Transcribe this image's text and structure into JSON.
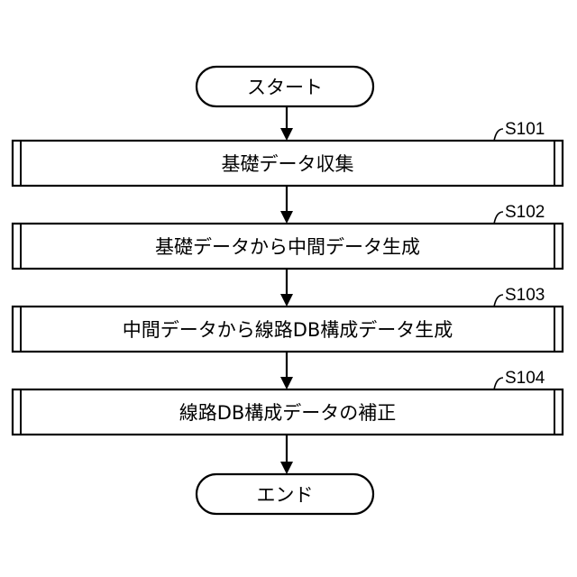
{
  "flowchart": {
    "start": {
      "label": "スタート"
    },
    "steps": [
      {
        "id": "S101",
        "label": "基礎データ収集"
      },
      {
        "id": "S102",
        "label": "基礎データから中間データ生成"
      },
      {
        "id": "S103",
        "label": "中間データから線路DB構成データ生成"
      },
      {
        "id": "S104",
        "label": "線路DB構成データの補正"
      }
    ],
    "end": {
      "label": "エンド"
    }
  },
  "colors": {
    "line": "#000000",
    "fill": "#ffffff"
  }
}
